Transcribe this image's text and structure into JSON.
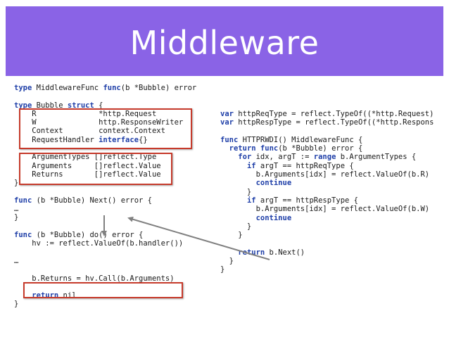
{
  "slide": {
    "title": "Middleware"
  },
  "left_code": [
    [
      {
        "t": "type",
        "k": 1
      },
      {
        "t": " MiddlewareFunc "
      },
      {
        "t": "func",
        "k": 1
      },
      {
        "t": "(b *Bubble) error"
      }
    ],
    [],
    [
      {
        "t": "type",
        "k": 1
      },
      {
        "t": " Bubble "
      },
      {
        "t": "struct",
        "k": 1
      },
      {
        "t": " {"
      }
    ],
    [
      {
        "t": "    R              *http.Request"
      }
    ],
    [
      {
        "t": "    W              http.ResponseWriter"
      }
    ],
    [
      {
        "t": "    Context        context.Context"
      }
    ],
    [
      {
        "t": "    RequestHandler "
      },
      {
        "t": "interface",
        "k": 1
      },
      {
        "t": "{}"
      }
    ],
    [],
    [
      {
        "t": "    ArgumentTypes []reflect.Type"
      }
    ],
    [
      {
        "t": "    Arguments     []reflect.Value"
      }
    ],
    [
      {
        "t": "    Returns       []reflect.Value"
      }
    ],
    [
      {
        "t": "}"
      }
    ],
    [],
    [
      {
        "t": "func",
        "k": 1
      },
      {
        "t": " (b *Bubble) Next() error {"
      }
    ],
    [
      {
        "t": "…"
      }
    ],
    [
      {
        "t": "}"
      }
    ],
    [],
    [
      {
        "t": "func",
        "k": 1
      },
      {
        "t": " (b *Bubble) do() error {"
      }
    ],
    [
      {
        "t": "    hv := reflect.ValueOf(b.handler())"
      }
    ],
    [],
    [
      {
        "t": "…"
      }
    ],
    [],
    [
      {
        "t": "    b.Returns = hv.Call(b.Arguments)"
      }
    ],
    [],
    [
      {
        "t": "    "
      },
      {
        "t": "return",
        "k": 1
      },
      {
        "t": " nil"
      }
    ],
    [
      {
        "t": "}"
      }
    ]
  ],
  "right_code": [
    [
      {
        "t": "var",
        "k": 1
      },
      {
        "t": " httpReqType = reflect.TypeOf((*http.Request)"
      }
    ],
    [
      {
        "t": "var",
        "k": 1
      },
      {
        "t": " httpRespType = reflect.TypeOf((*http.Respons"
      }
    ],
    [],
    [
      {
        "t": "func",
        "k": 1
      },
      {
        "t": " HTTPRWDI() MiddlewareFunc {"
      }
    ],
    [
      {
        "t": "  "
      },
      {
        "t": "return",
        "k": 1
      },
      {
        "t": " "
      },
      {
        "t": "func",
        "k": 1
      },
      {
        "t": "(b *Bubble) error {"
      }
    ],
    [
      {
        "t": "    "
      },
      {
        "t": "for",
        "k": 1
      },
      {
        "t": " idx, argT := "
      },
      {
        "t": "range",
        "k": 1
      },
      {
        "t": " b.ArgumentTypes {"
      }
    ],
    [
      {
        "t": "      "
      },
      {
        "t": "if",
        "k": 1
      },
      {
        "t": " argT == httpReqType {"
      }
    ],
    [
      {
        "t": "        b.Arguments[idx] = reflect.ValueOf(b.R)"
      }
    ],
    [
      {
        "t": "        "
      },
      {
        "t": "continue",
        "k": 1
      }
    ],
    [
      {
        "t": "      }"
      }
    ],
    [
      {
        "t": "      "
      },
      {
        "t": "if",
        "k": 1
      },
      {
        "t": " argT == httpRespType {"
      }
    ],
    [
      {
        "t": "        b.Arguments[idx] = reflect.ValueOf(b.W)"
      }
    ],
    [
      {
        "t": "        "
      },
      {
        "t": "continue",
        "k": 1
      }
    ],
    [
      {
        "t": "      }"
      }
    ],
    [
      {
        "t": "    }"
      }
    ],
    [],
    [
      {
        "t": "    "
      },
      {
        "t": "return",
        "k": 1
      },
      {
        "t": " b.Next()"
      }
    ],
    [
      {
        "t": "  }"
      }
    ],
    [
      {
        "t": "}"
      }
    ]
  ],
  "colors": {
    "title_bg": "#8a63e6",
    "keyword": "#1f3fa8",
    "highlight_box": "#c63a2b",
    "arrow": "#808080"
  }
}
